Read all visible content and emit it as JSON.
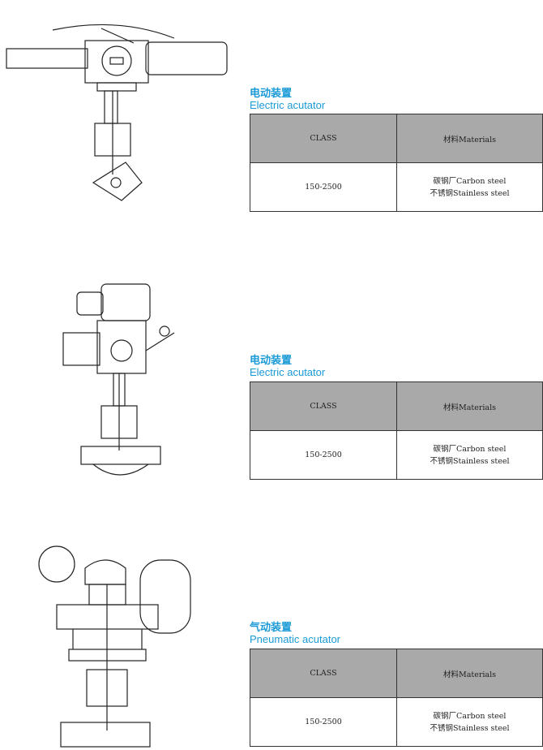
{
  "sections": [
    {
      "title_cn": "电动装置",
      "title_en": "Electric acutator",
      "table": {
        "headers": [
          "CLASS",
          "材料Materials"
        ],
        "rows": [
          {
            "class": "150-2500",
            "materials": [
              "碳钢厂Carbon steel",
              "不锈钢Stainless steel"
            ]
          }
        ]
      }
    },
    {
      "title_cn": "电动装置",
      "title_en": "Electric acutator",
      "table": {
        "headers": [
          "CLASS",
          "材料Materials"
        ],
        "rows": [
          {
            "class": "150-2500",
            "materials": [
              "碳钢厂Carbon steel",
              "不锈钢Stainless steel"
            ]
          }
        ]
      }
    },
    {
      "title_cn": "气动装置",
      "title_en": "Pneumatic acutator",
      "table": {
        "headers": [
          "CLASS",
          "材料Materials"
        ],
        "rows": [
          {
            "class": "150-2500",
            "materials": [
              "碳钢厂Carbon steel",
              "不锈钢Stainless steel"
            ]
          }
        ]
      }
    }
  ],
  "colors": {
    "accent": "#1a9ad6",
    "header_bg": "#a9a9a9"
  }
}
